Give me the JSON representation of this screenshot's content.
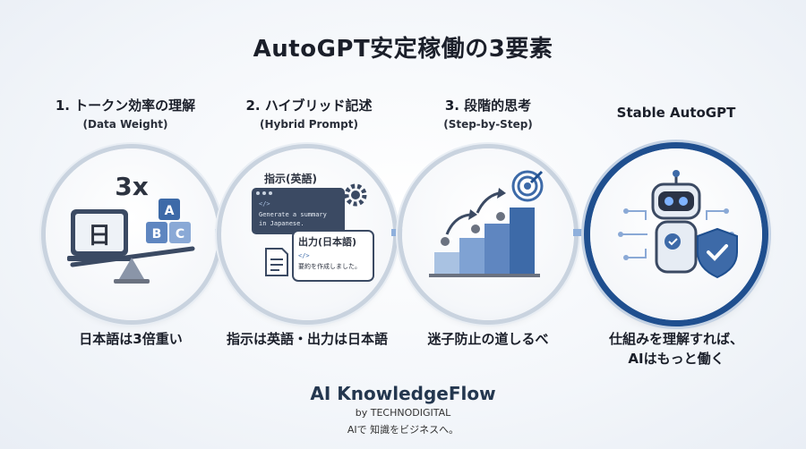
{
  "title": "AutoGPT安定稼働の3要素",
  "steps": [
    {
      "heading": "1. トークン効率の理解",
      "sub": "(Data Weight)",
      "caption": "日本語は3倍重い",
      "badge": "3x",
      "glyph": "日",
      "blocks": [
        "A",
        "B",
        "C"
      ]
    },
    {
      "heading": "2. ハイブリッド記述",
      "sub": "(Hybrid Prompt)",
      "caption": "指示は英語・出力は日本語",
      "instruction_label": "指示(英語)",
      "code_tag": "</>",
      "instruction_text_1": "Generate a summary",
      "instruction_text_2": "in Japanese.",
      "output_label": "出力(日本語)",
      "output_tag": "</>",
      "output_text": "要約を作成しました。"
    },
    {
      "heading": "3. 段階的思考",
      "sub": "(Step-by-Step)",
      "caption": "迷子防止の道しるべ"
    },
    {
      "heading": "Stable AutoGPT",
      "sub": "",
      "caption_line1": "仕組みを理解すれば、",
      "caption_line2": "AIはもっと働く"
    }
  ],
  "brand": {
    "name": "AI KnowledgeFlow",
    "by": "by TECHNODIGITAL",
    "tagline": "AIで 知識をビジネスへ。"
  },
  "colors": {
    "accent": "#3d6aa8",
    "dark_blue": "#1f4f8f",
    "light_blue": "#a9c2e2",
    "gray": "#6b7280"
  }
}
